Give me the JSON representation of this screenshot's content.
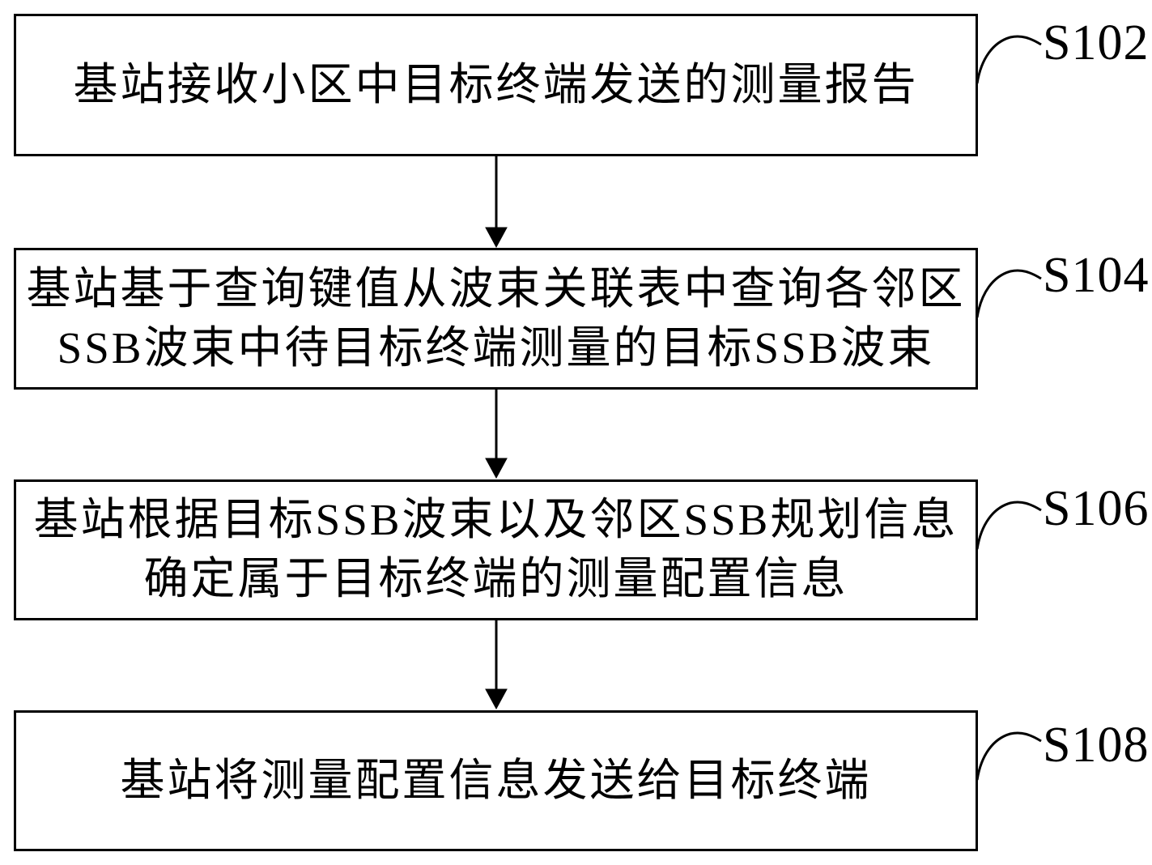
{
  "figure": {
    "type": "flowchart",
    "background_color": "#ffffff",
    "line_color": "#000000",
    "steps": [
      {
        "label": "S102",
        "lines": [
          "基站接收小区中目标终端发送的测量报告"
        ]
      },
      {
        "label": "S104",
        "lines": [
          "基站基于查询键值从波束关联表中查询各邻区",
          "SSB波束中待目标终端测量的目标SSB波束"
        ]
      },
      {
        "label": "S106",
        "lines": [
          "基站根据目标SSB波束以及邻区SSB规划信息",
          "确定属于目标终端的测量配置信息"
        ]
      },
      {
        "label": "S108",
        "lines": [
          "基站将测量配置信息发送给目标终端"
        ]
      }
    ]
  }
}
